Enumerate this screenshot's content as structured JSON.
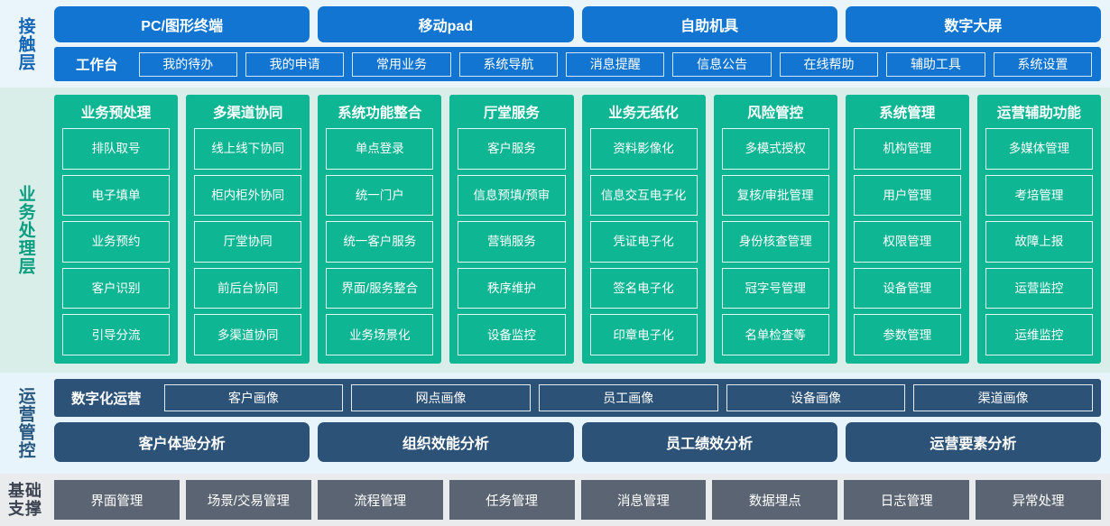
{
  "layers": {
    "touch": {
      "label": "接触层",
      "channels": [
        "PC/图形终端",
        "移动pad",
        "自助机具",
        "数字大屏"
      ],
      "workbench_label": "工作台",
      "menu_items": [
        "我的待办",
        "我的申请",
        "常用业务",
        "系统导航",
        "消息提醒",
        "信息公告",
        "在线帮助",
        "辅助工具",
        "系统设置"
      ]
    },
    "business": {
      "label": "业务处理层",
      "cards": [
        {
          "title": "业务预处理",
          "items": [
            "排队取号",
            "电子填单",
            "业务预约",
            "客户识别",
            "引导分流"
          ]
        },
        {
          "title": "多渠道协同",
          "items": [
            "线上线下协同",
            "柜内柜外协同",
            "厅堂协同",
            "前后台协同",
            "多渠道协同"
          ]
        },
        {
          "title": "系统功能整合",
          "items": [
            "单点登录",
            "统一门户",
            "统一客户服务",
            "界面/服务整合",
            "业务场景化"
          ]
        },
        {
          "title": "厅堂服务",
          "items": [
            "客户服务",
            "信息预填/预审",
            "营销服务",
            "秩序维护",
            "设备监控"
          ]
        },
        {
          "title": "业务无纸化",
          "items": [
            "资料影像化",
            "信息交互电子化",
            "凭证电子化",
            "签名电子化",
            "印章电子化"
          ]
        },
        {
          "title": "风险管控",
          "items": [
            "多模式授权",
            "复核/审批管理",
            "身份核查管理",
            "冠字号管理",
            "名单检查等"
          ]
        },
        {
          "title": "系统管理",
          "items": [
            "机构管理",
            "用户管理",
            "权限管理",
            "设备管理",
            "参数管理"
          ]
        },
        {
          "title": "运营辅助功能",
          "items": [
            "多媒体管理",
            "考培管理",
            "故障上报",
            "运营监控",
            "运维监控"
          ]
        }
      ]
    },
    "ops": {
      "label": "运营管控",
      "digital_ops_label": "数字化运营",
      "portraits": [
        "客户画像",
        "网点画像",
        "员工画像",
        "设备画像",
        "渠道画像"
      ],
      "analyses": [
        "客户体验分析",
        "组织效能分析",
        "员工绩效分析",
        "运营要素分析"
      ]
    },
    "base": {
      "label_line1": "基础",
      "label_line2": "支撑",
      "items": [
        "界面管理",
        "场景/交易管理",
        "流程管理",
        "任务管理",
        "消息管理",
        "数据埋点",
        "日志管理",
        "异常处理"
      ]
    }
  },
  "colors": {
    "touch_bg": "#eaf4fb",
    "touch_blue": "#1275d1",
    "business_bg": "#d9eee8",
    "business_teal": "#0eb694",
    "ops_bg": "#e7f4fb",
    "ops_navy": "#2d5277",
    "base_bg": "#e9ebec",
    "base_gray": "#5b6472"
  }
}
